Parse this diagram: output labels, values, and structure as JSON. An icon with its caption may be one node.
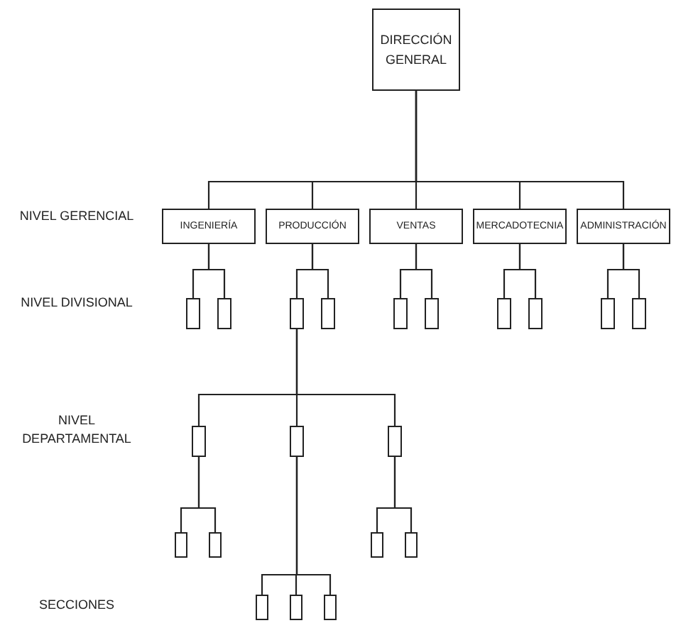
{
  "diagram": {
    "nodes": [
      {
        "text": [
          "DIRECCIÓN GENERAL"
        ]
      },
      {
        "text": [
          "INGENIERÍA"
        ]
      },
      {
        "text": [
          "PRODUCCIÓN"
        ]
      },
      {
        "text": [
          "VENTAS"
        ]
      },
      {
        "text": [
          "MERCADOTECNIA"
        ]
      },
      {
        "text": [
          "ADMINISTRACIÓN"
        ]
      },
      {
        "text": [],
        "shape": "box"
      },
      {
        "text": [],
        "shape": "box"
      },
      {
        "text": [],
        "shape": "box"
      },
      {
        "text": [],
        "shape": "box"
      },
      {
        "text": [],
        "shape": "box"
      },
      {
        "text": [],
        "shape": "box"
      },
      {
        "text": [],
        "shape": "box"
      },
      {
        "text": [],
        "shape": "box"
      },
      {
        "text": [],
        "shape": "box"
      },
      {
        "text": [],
        "shape": "box"
      },
      {
        "text": [],
        "shape": "box"
      },
      {
        "text": [],
        "shape": "box"
      },
      {
        "text": [],
        "shape": "box"
      },
      {
        "text": [],
        "shape": "box"
      },
      {
        "text": [],
        "shape": "box"
      },
      {
        "text": [],
        "shape": "box"
      },
      {
        "text": [],
        "shape": "box"
      },
      {
        "text": [],
        "shape": "box"
      },
      {
        "text": [],
        "shape": "box"
      },
      {
        "text": [],
        "shape": "box"
      }
    ],
    "edges": [
      {
        "from": 0,
        "to": 1,
        "arrow": "none"
      },
      {
        "from": 0,
        "to": 2,
        "arrow": "none"
      },
      {
        "from": 0,
        "to": 3,
        "arrow": "none"
      },
      {
        "from": 0,
        "to": 4,
        "arrow": "none"
      },
      {
        "from": 0,
        "to": 5,
        "arrow": "none"
      },
      {
        "from": 1,
        "to": 6,
        "arrow": "none"
      },
      {
        "from": 1,
        "to": 7,
        "arrow": "none"
      },
      {
        "from": 2,
        "to": 8,
        "arrow": "none"
      },
      {
        "from": 2,
        "to": 9,
        "arrow": "none"
      },
      {
        "from": 3,
        "to": 10,
        "arrow": "none"
      },
      {
        "from": 3,
        "to": 11,
        "arrow": "none"
      },
      {
        "from": 4,
        "to": 12,
        "arrow": "none"
      },
      {
        "from": 4,
        "to": 13,
        "arrow": "none"
      },
      {
        "from": 5,
        "to": 14,
        "arrow": "none"
      },
      {
        "from": 5,
        "to": 15,
        "arrow": "none"
      },
      {
        "from": 8,
        "to": 16,
        "arrow": "none"
      },
      {
        "from": 8,
        "to": 17,
        "arrow": "none"
      },
      {
        "from": 8,
        "to": 18,
        "arrow": "none"
      },
      {
        "from": 16,
        "to": 19,
        "arrow": "none"
      },
      {
        "from": 16,
        "to": 20,
        "arrow": "none"
      },
      {
        "from": 18,
        "to": 21,
        "arrow": "none"
      },
      {
        "from": 18,
        "to": 22,
        "arrow": "none"
      },
      {
        "from": 17,
        "to": 23,
        "arrow": "none"
      },
      {
        "from": 17,
        "to": 24,
        "arrow": "none"
      },
      {
        "from": 17,
        "to": 25,
        "arrow": "none"
      }
    ],
    "labels": [
      "NIVEL GERENCIAL",
      "NIVEL DIVISIONAL",
      "NIVEL DEPARTAMENTAL",
      "SECCIONES"
    ]
  }
}
